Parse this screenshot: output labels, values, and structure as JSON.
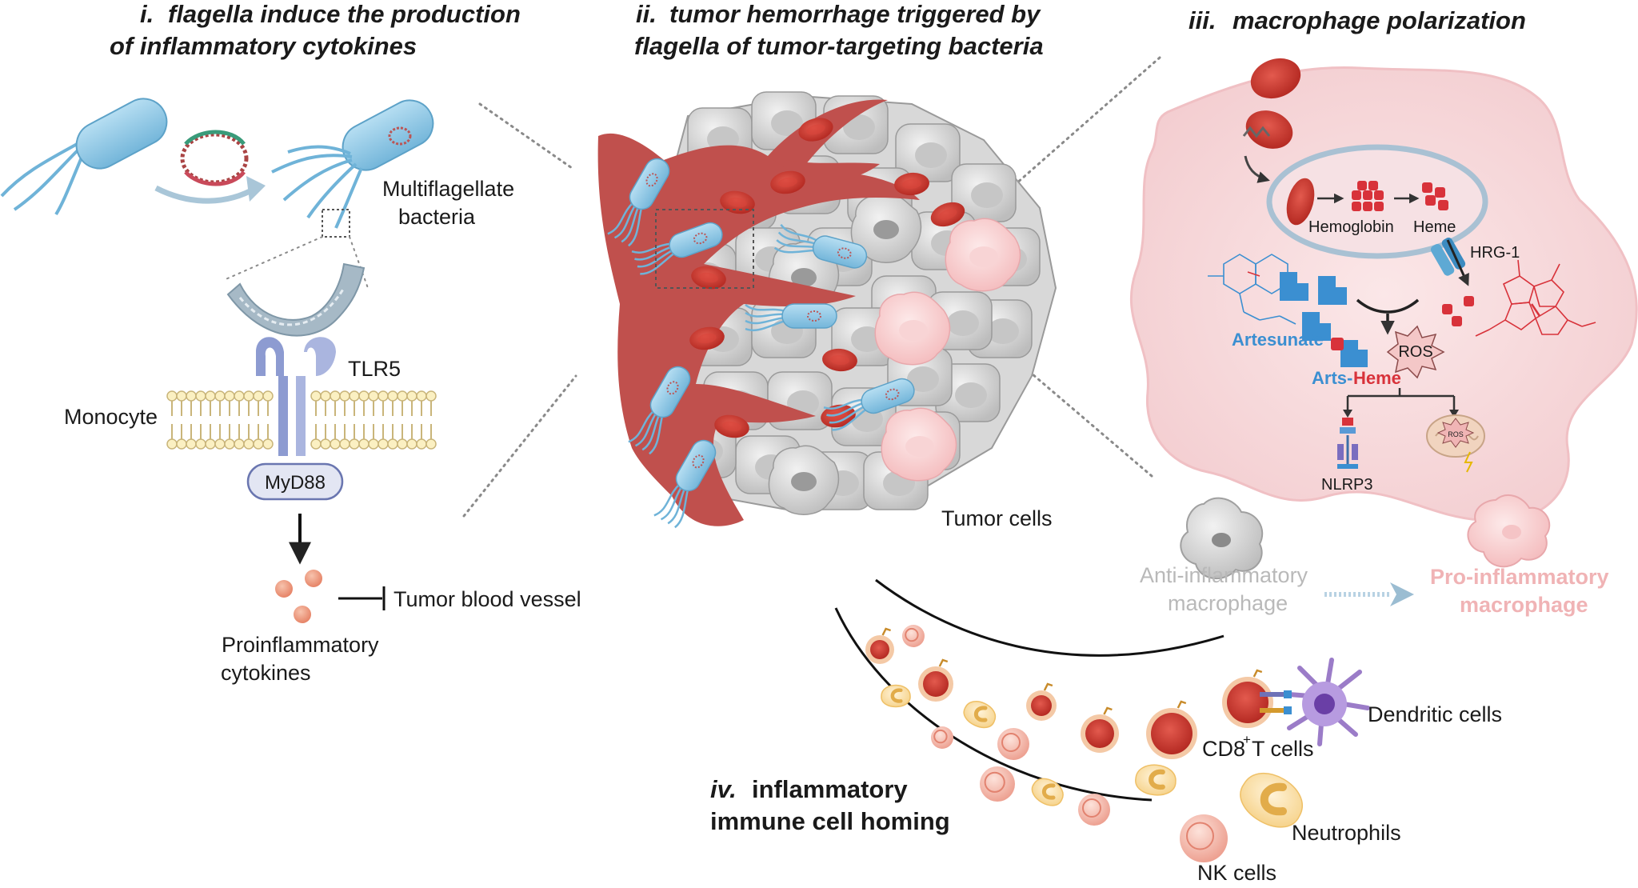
{
  "panels": {
    "i": {
      "num": "i.",
      "title_line1": "flagella induce the production",
      "title_line2": "of inflammatory cytokines",
      "labels": {
        "multiflagellate_1": "Multiflagellate",
        "multiflagellate_2": "bacteria",
        "tlr5": "TLR5",
        "monocyte": "Monocyte",
        "myd88": "MyD88",
        "tumor_blood_vessel": "Tumor blood vessel",
        "proinflammatory_1": "Proinflammatory",
        "proinflammatory_2": "cytokines"
      }
    },
    "ii": {
      "num": "ii.",
      "title_line1": "tumor hemorrhage triggered by",
      "title_line2": "flagella of tumor-targeting bacteria",
      "labels": {
        "tumor_cells": "Tumor cells"
      }
    },
    "iii": {
      "num": "iii.",
      "title": "macrophage polarization",
      "labels": {
        "hemoglobin": "Hemoglobin",
        "heme": "Heme",
        "hrg1": "HRG-1",
        "artesunate": "Artesunate",
        "ros": "ROS",
        "arts": "Arts-",
        "heme_red": "Heme",
        "nlrp3": "NLRP3",
        "mito_ros": "ROS",
        "anti_1": "Anti-inflammatory",
        "anti_2": "macrophage",
        "pro_1": "Pro-inflammatory",
        "pro_2": "macrophage"
      }
    },
    "iv": {
      "num": "iv.",
      "title_line1": "inflammatory",
      "title_line2": "immune cell homing",
      "labels": {
        "cd8": "CD8",
        "cd8_sup": "+",
        "cd8_rest": " T cells",
        "dendritic": "Dendritic cells",
        "neutrophils": "Neutrophils",
        "nk": "NK cells"
      }
    }
  },
  "colors": {
    "bacteria_blue": "#8ec9e8",
    "blood_red": "#c0504d",
    "rbc_red": "#c8372d",
    "macrophage_pink": "#f6d5d7",
    "tlr5_blue": "#8d9bd1",
    "artesunate_blue": "#3b8fd1",
    "heme_red": "#d8323a",
    "tumor_gray": "#cfcfcf"
  }
}
